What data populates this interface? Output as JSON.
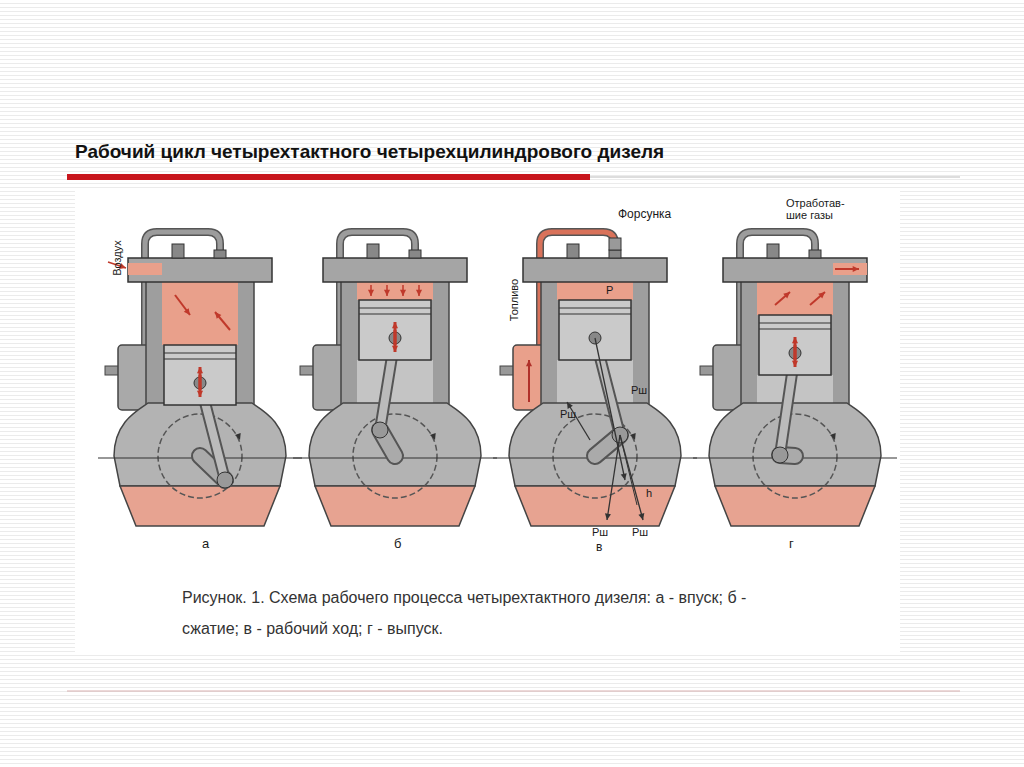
{
  "diagram": {
    "title": "Рабочий цикл четырехтактного четырехцилиндрового дизеля",
    "caption": "Рисунок. 1. Схема рабочего процесса четырехтактного дизеля: а - впуск; б - сжатие; в - рабочий ход; г - выпуск.",
    "labels": [
      "Воздух",
      "а",
      "б",
      "Форсунка",
      "Топливо",
      "P",
      "Рш",
      "Рш",
      "Рш",
      "Рш",
      "h",
      "в",
      "Отработав- шие газы",
      "г"
    ]
  }
}
